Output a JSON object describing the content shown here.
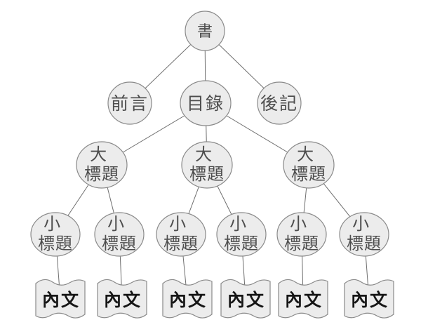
{
  "colors": {
    "background": "#ffffff",
    "node_fill": "#ececec",
    "node_stroke": "#8a8a8a",
    "node_text": "#4d4d4d",
    "leaf_text": "#161616",
    "edge": "#6e6e6e"
  },
  "tree": {
    "root": {
      "label": "書"
    },
    "level2": [
      {
        "label": "前言"
      },
      {
        "label": "目錄"
      },
      {
        "label": "後記"
      }
    ],
    "level3": [
      {
        "line1": "大",
        "line2": "標題"
      },
      {
        "line1": "大",
        "line2": "標題"
      },
      {
        "line1": "大",
        "line2": "標題"
      }
    ],
    "level4": [
      {
        "line1": "小",
        "line2": "標題"
      },
      {
        "line1": "小",
        "line2": "標題"
      },
      {
        "line1": "小",
        "line2": "標題"
      },
      {
        "line1": "小",
        "line2": "標題"
      },
      {
        "line1": "小",
        "line2": "標題"
      },
      {
        "line1": "小",
        "line2": "標題"
      }
    ],
    "level5": [
      {
        "label": "內文"
      },
      {
        "label": "內文"
      },
      {
        "label": "內文"
      },
      {
        "label": "內文"
      },
      {
        "label": "內文"
      },
      {
        "label": "內文"
      }
    ]
  }
}
